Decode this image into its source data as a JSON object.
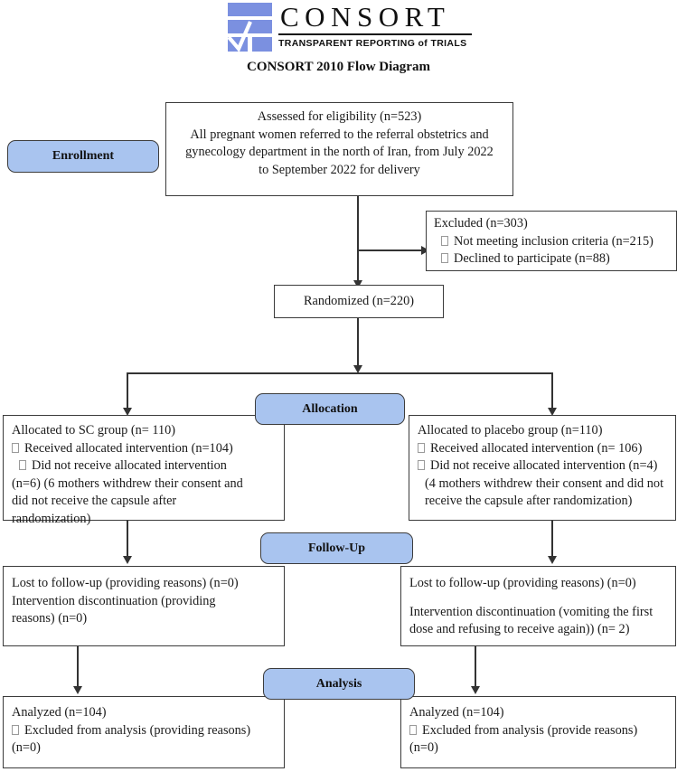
{
  "logo": {
    "wordmark": "CONSORT",
    "tagline_main": "TRANSPARENT REPORTING",
    "tagline_of": "of",
    "tagline_end": "TRIALS",
    "mark_color": "#7b90e0"
  },
  "title": "CONSORT 2010 Flow Diagram",
  "stages": [
    {
      "key": "enrollment",
      "label": "Enrollment"
    },
    {
      "key": "allocation",
      "label": "Allocation"
    },
    {
      "key": "followup",
      "label": "Follow-Up"
    },
    {
      "key": "analysis",
      "label": "Analysis"
    }
  ],
  "stage_color": "#a9c4ef",
  "boxes": {
    "eligibility": {
      "lines": [
        "Assessed for eligibility (n=523)",
        "All pregnant women referred to the referral obstetrics and",
        "gynecology department in the north of Iran, from July 2022",
        "to September 2022 for delivery"
      ]
    },
    "excluded": {
      "heading": "Excluded (n=303)",
      "items": [
        "Not meeting inclusion criteria (n=215)",
        "Declined to participate (n=88)"
      ]
    },
    "randomized": {
      "label": "Randomized (n=220)"
    },
    "alloc_left": {
      "heading": "Allocated to SC group (n= 110)",
      "item1": "Received allocated intervention (n=104)",
      "item2": "Did not receive allocated intervention",
      "cont": [
        "(n=6) (6 mothers withdrew their consent and",
        "did not receive the capsule after",
        "randomization)"
      ]
    },
    "alloc_right": {
      "heading": "Allocated to placebo group (n=110)",
      "item1": "Received allocated intervention (n= 106)",
      "item2": "Did not receive allocated intervention (n=4)",
      "cont": [
        "(4 mothers withdrew their consent and did not",
        "receive the capsule after randomization)"
      ]
    },
    "follow_left": {
      "lines": [
        "Lost to follow-up (providing reasons) (n=0)",
        "Intervention discontinuation (providing",
        "reasons) (n=0)"
      ]
    },
    "follow_right": {
      "line1": "Lost to follow-up (providing reasons) (n=0)",
      "lines2": [
        "Intervention discontinuation (vomiting the first",
        "dose and refusing to receive again)) (n= 2)"
      ]
    },
    "analysis_left": {
      "heading": "Analyzed (n=104)",
      "item1": "Excluded from analysis (providing reasons)",
      "cont": "(n=0)"
    },
    "analysis_right": {
      "heading": "Analyzed (n=104)",
      "item1": "Excluded from analysis (provide reasons)",
      "cont": "(n=0)"
    }
  }
}
